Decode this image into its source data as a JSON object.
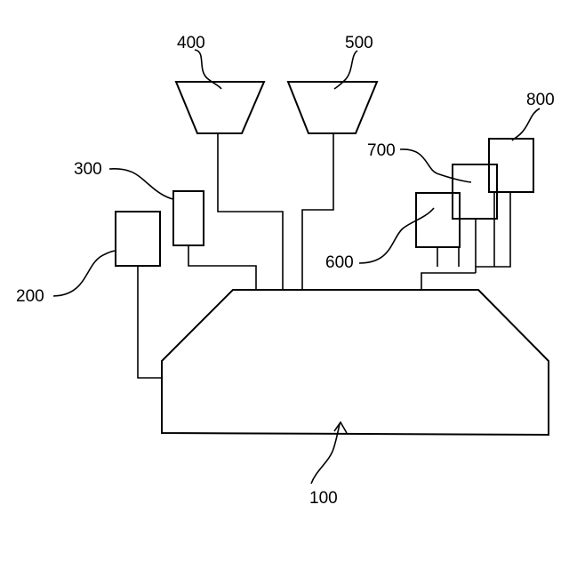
{
  "labels": {
    "main_unit": "100",
    "unit_200": "200",
    "unit_300": "300",
    "unit_400": "400",
    "unit_500": "500",
    "unit_600": "600",
    "unit_700": "700",
    "unit_800": "800"
  },
  "style": {
    "line_color": "#000000",
    "background": "#ffffff"
  }
}
